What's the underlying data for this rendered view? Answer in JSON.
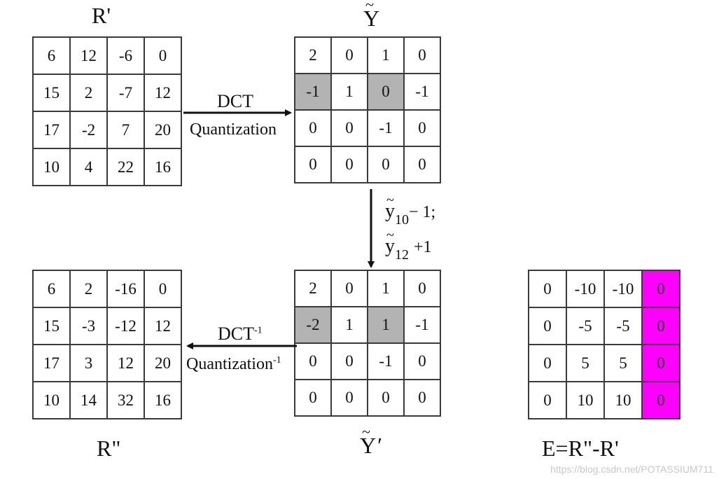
{
  "labels": {
    "r_prime": "R'",
    "y_tilde": "Y",
    "y_tilde_prime": "Y",
    "r_double_prime": "R\"",
    "error": "E=R\"-R'"
  },
  "ops": {
    "forward_line1": "DCT",
    "forward_line2": "Quantization",
    "inverse_line1": "DCT",
    "inverse_line1_sup": "-1",
    "inverse_line2": "Quantization",
    "inverse_line2_sup": "-1",
    "mod1_sym": "y",
    "mod1_sub": "10",
    "mod1_op": "− 1;",
    "mod2_sym": "y",
    "mod2_sub": "12",
    "mod2_op": "+1"
  },
  "matrices": {
    "r_prime": [
      [
        "6",
        "12",
        "-6",
        "0"
      ],
      [
        "15",
        "2",
        "-7",
        "12"
      ],
      [
        "17",
        "-2",
        "7",
        "20"
      ],
      [
        "10",
        "4",
        "22",
        "16"
      ]
    ],
    "y_tilde": [
      [
        "2",
        "0",
        "1",
        "0"
      ],
      [
        "-1",
        "1",
        "0",
        "-1"
      ],
      [
        "0",
        "0",
        "-1",
        "0"
      ],
      [
        "0",
        "0",
        "0",
        "0"
      ]
    ],
    "y_tilde_prime": [
      [
        "2",
        "0",
        "1",
        "0"
      ],
      [
        "-2",
        "1",
        "1",
        "-1"
      ],
      [
        "0",
        "0",
        "-1",
        "0"
      ],
      [
        "0",
        "0",
        "0",
        "0"
      ]
    ],
    "r_double_prime": [
      [
        "6",
        "2",
        "-16",
        "0"
      ],
      [
        "15",
        "-3",
        "-12",
        "12"
      ],
      [
        "17",
        "3",
        "12",
        "20"
      ],
      [
        "10",
        "14",
        "32",
        "16"
      ]
    ],
    "error": [
      [
        "0",
        "-10",
        "-10",
        "0"
      ],
      [
        "0",
        "-5",
        "-5",
        "0"
      ],
      [
        "0",
        "5",
        "5",
        "0"
      ],
      [
        "0",
        "10",
        "10",
        "0"
      ]
    ]
  },
  "colors": {
    "highlight_grey": "#b3b3b3",
    "highlight_magenta": "#ff00ff",
    "arrow": "#111111"
  },
  "watermark": "https://blog.csdn.net/POTASSIUM711"
}
